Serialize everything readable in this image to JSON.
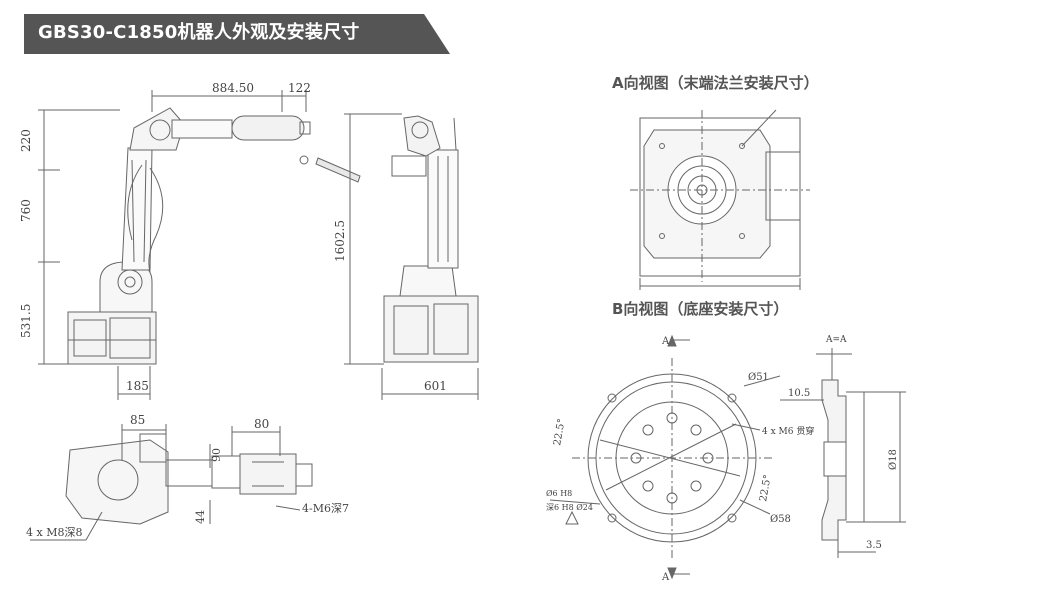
{
  "header": {
    "title": "GBS30-C1850机器人外观及安装尺寸",
    "bg_color": "#555555",
    "text_color": "#ffffff"
  },
  "side_view": {
    "top_dims": [
      "884.50",
      "122"
    ],
    "left_dims": [
      "220",
      "760",
      "531.5"
    ],
    "bottom_dim": "185"
  },
  "back_view": {
    "height_dim": "1602.5",
    "bottom_dim": "601"
  },
  "top_view": {
    "dims": [
      "85",
      "80",
      "90",
      "44"
    ],
    "labels": [
      "4 x M8深8",
      "4-M6深7"
    ]
  },
  "view_a": {
    "title": "A向视图（末端法兰安装尺寸）"
  },
  "view_b": {
    "title": "B向视图（底座安装尺寸）",
    "arrow_label": "A",
    "labels": [
      "Ø51",
      "4 x M6 贯穿",
      "22.5°",
      "Ø58",
      "22.5°",
      "Ø18",
      "A=A",
      "10.5",
      "3.5"
    ],
    "detail_labels": [
      "Ø6 H8",
      "深6 H8 Ø24"
    ]
  }
}
